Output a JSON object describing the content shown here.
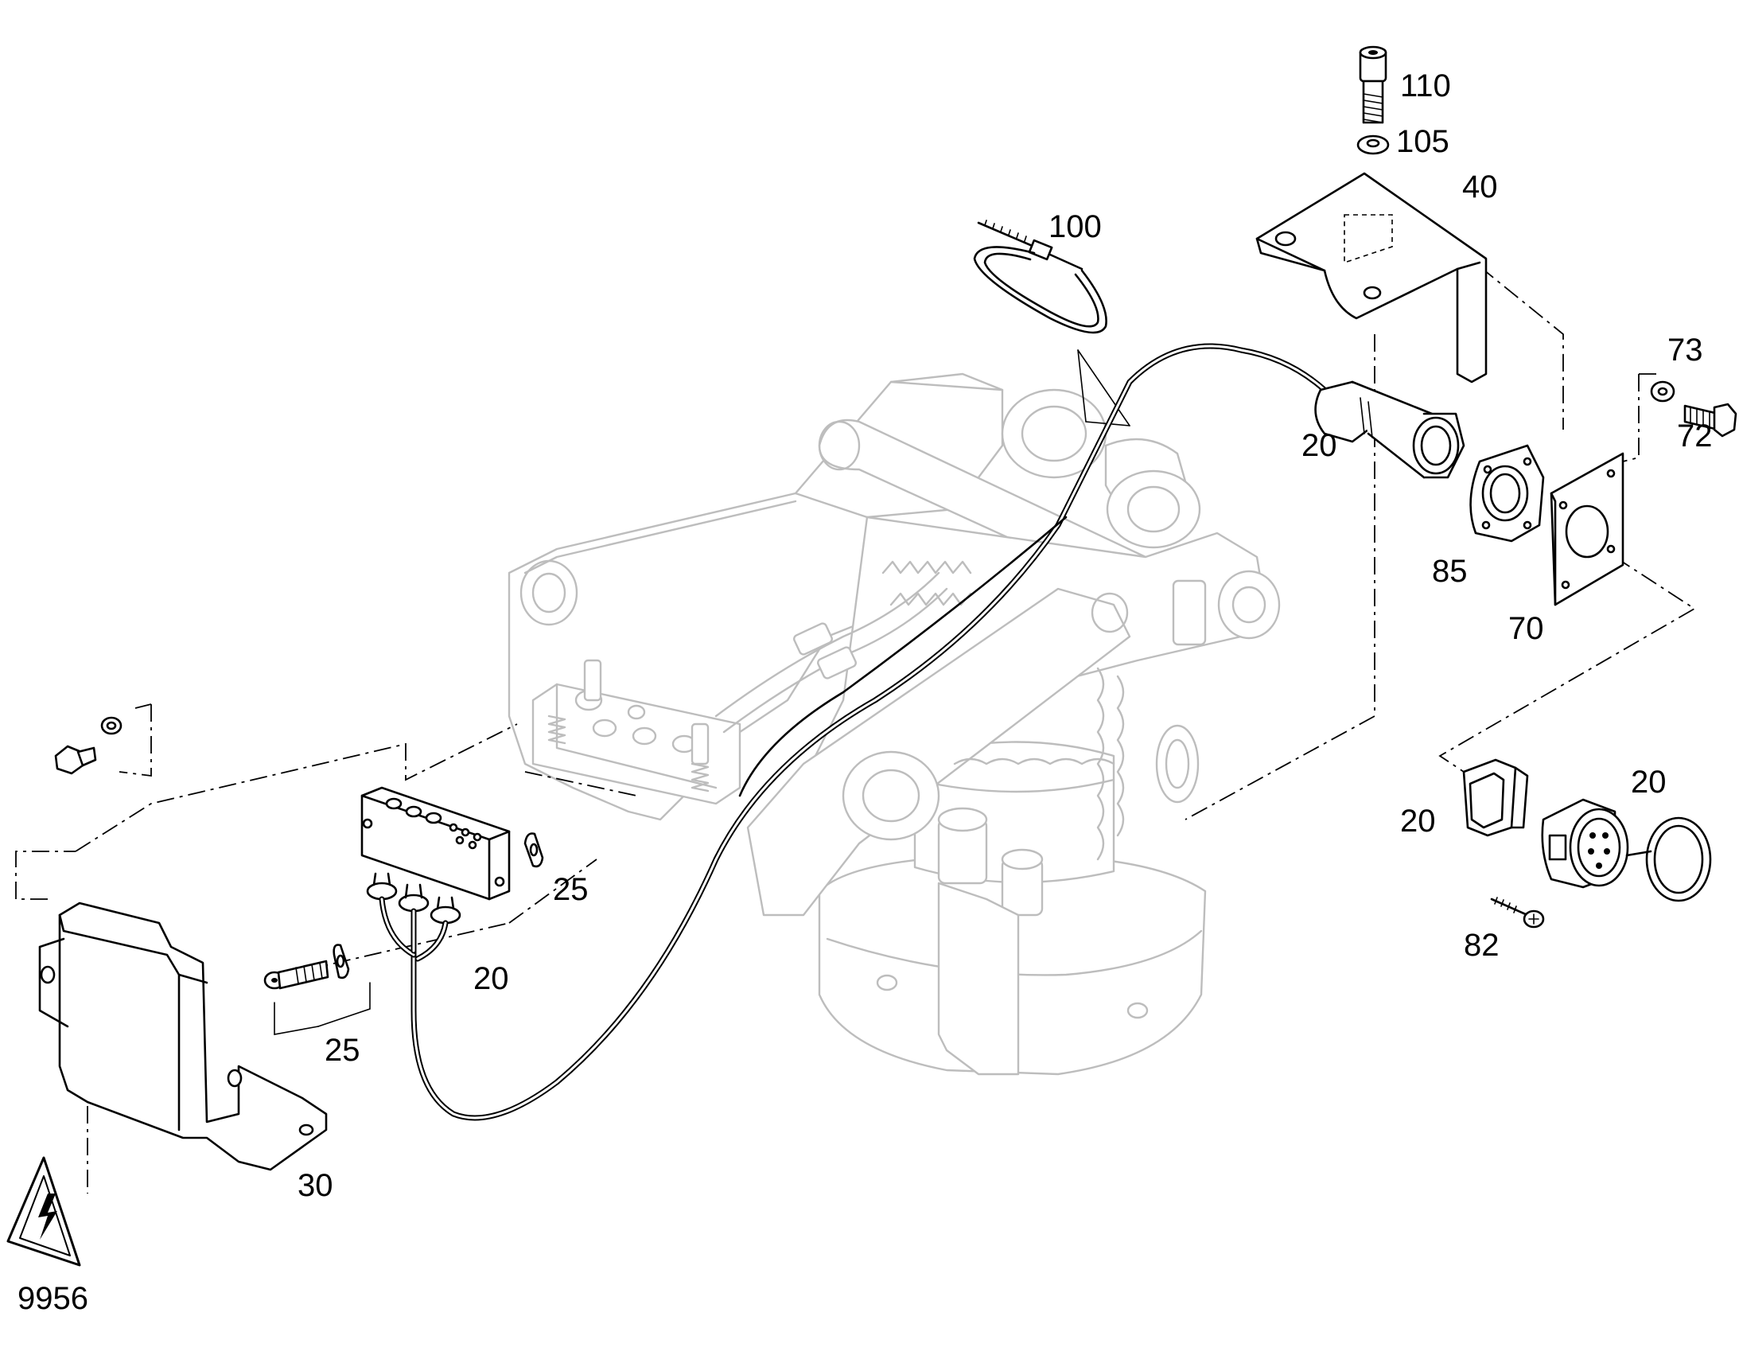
{
  "callouts": [
    {
      "id": "110",
      "text": "110"
    },
    {
      "id": "105",
      "text": "105"
    },
    {
      "id": "40",
      "text": "40"
    },
    {
      "id": "100",
      "text": "100"
    },
    {
      "id": "73",
      "text": "73"
    },
    {
      "id": "72",
      "text": "72"
    },
    {
      "id": "20a",
      "text": "20"
    },
    {
      "id": "85",
      "text": "85"
    },
    {
      "id": "70",
      "text": "70"
    },
    {
      "id": "20b",
      "text": "20"
    },
    {
      "id": "20c",
      "text": "20"
    },
    {
      "id": "82",
      "text": "82"
    },
    {
      "id": "25a",
      "text": "25"
    },
    {
      "id": "20d",
      "text": "20"
    },
    {
      "id": "25b",
      "text": "25"
    },
    {
      "id": "30",
      "text": "30"
    },
    {
      "id": "9956",
      "text": "9956"
    }
  ]
}
